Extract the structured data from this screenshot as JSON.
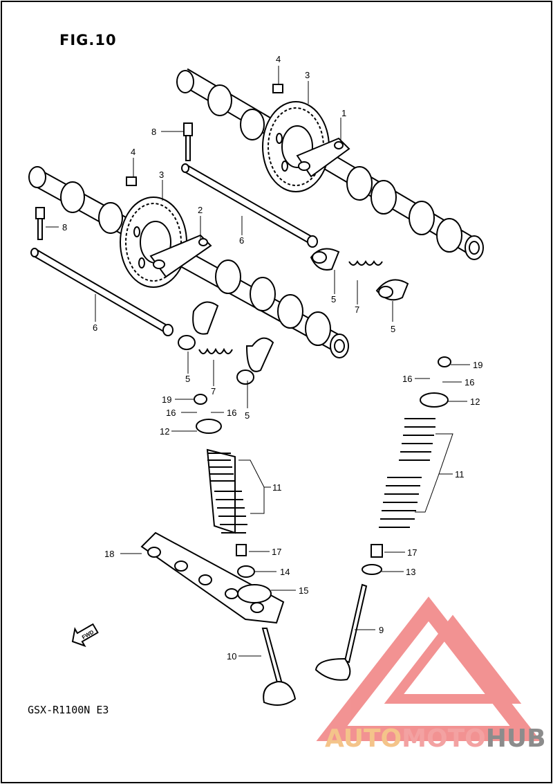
{
  "figure_title": "FIG.10",
  "model_code": "GSX-R1100N E3",
  "fwd_label": "FWD",
  "callouts": {
    "c1": "1",
    "c2": "2",
    "c3a": "3",
    "c3b": "3",
    "c4a": "4",
    "c4b": "4",
    "c5a": "5",
    "c5b": "5",
    "c5c": "5",
    "c5d": "5",
    "c6a": "6",
    "c6b": "6",
    "c7a": "7",
    "c7b": "7",
    "c8a": "8",
    "c8b": "8",
    "c9": "9",
    "c10": "10",
    "c11a": "11",
    "c11b": "11",
    "c12a": "12",
    "c12b": "12",
    "c13": "13",
    "c14": "14",
    "c15": "15",
    "c16a": "16",
    "c16b": "16",
    "c16c": "16",
    "c16d": "16",
    "c17a": "17",
    "c17b": "17",
    "c18": "18",
    "c19a": "19",
    "c19b": "19"
  },
  "watermark": {
    "brand_part1": "AUTO",
    "brand_part2": "MOTO",
    "brand_part3": "HUB",
    "color_auto": "#f4c48a",
    "color_moto": "#f3a2a2",
    "color_hub": "#8c8c8c",
    "color_mark": "#f08080"
  }
}
